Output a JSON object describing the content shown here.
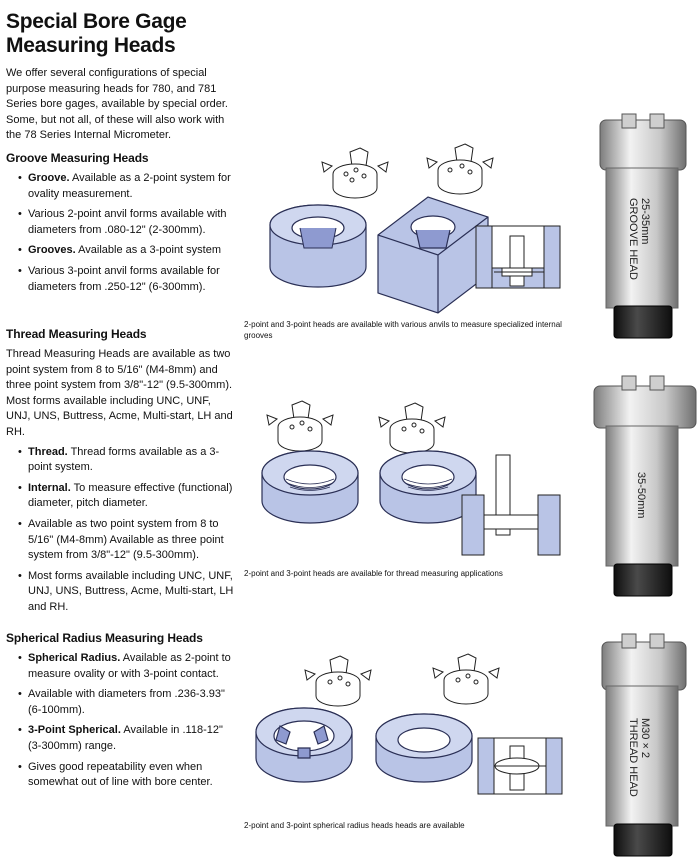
{
  "page": {
    "title": "Special Bore Gage Measuring Heads",
    "intro": "We offer several configurations of special purpose measuring heads for 780, and 781 Series bore gages, available by special order. Some, but not all, of these will also work with the 78 Series Internal Micrometer."
  },
  "groove": {
    "heading": "Groove Measuring Heads",
    "items": [
      {
        "bold": "Groove.",
        "text": " Available as a 2-point system for ovality measurement."
      },
      {
        "bold": "",
        "text": "Various 2-point anvil forms available with diameters from .080-12\" (2-300mm)."
      },
      {
        "bold": "Grooves.",
        "text": " Available as a 3-point system"
      },
      {
        "bold": "",
        "text": "Various 3-point anvil forms available for diameters from .250-12\" (6-300mm)."
      }
    ],
    "caption": "2-point and 3-point heads are available with various anvils to measure specialized internal grooves",
    "photo_label_1": "25-35mm",
    "photo_label_2": "GROOVE HEAD"
  },
  "thread": {
    "heading": "Thread Measuring Heads",
    "paragraph": "Thread Measuring Heads are available as two point system from 8 to 5/16\" (M4-8mm) and three point system from 3/8\"-12\" (9.5-300mm). Most forms available including UNC, UNF, UNJ, UNS, Buttress, Acme, Multi-start, LH and RH.",
    "items": [
      {
        "bold": "Thread.",
        "text": " Thread forms available as a 3-point system."
      },
      {
        "bold": "Internal.",
        "text": " To measure effective (functional) diameter, pitch diameter."
      },
      {
        "bold": "",
        "text": "Available as two point system from 8 to 5/16\" (M4-8mm) Available as three point system from 3/8\"-12\" (9.5-300mm)."
      },
      {
        "bold": "",
        "text": "Most forms available including UNC, UNF, UNJ, UNS, Buttress, Acme, Multi-start, LH and RH."
      }
    ],
    "caption": "2-point and 3-point heads are available for thread measuring applications",
    "photo_label_1": "35-50mm"
  },
  "spherical": {
    "heading": "Spherical Radius Measuring Heads",
    "items": [
      {
        "bold": "Spherical Radius.",
        "text": " Available as 2-point to measure ovality or with 3-point contact."
      },
      {
        "bold": "",
        "text": "Available with diameters from .236-3.93\" (6-100mm)."
      },
      {
        "bold": "3-Point Spherical.",
        "text": " Available in .118-12\" (3-300mm) range."
      },
      {
        "bold": "",
        "text": "Gives good repeatability even when somewhat out of line with bore center."
      }
    ],
    "caption": "2-point and 3-point spherical radius heads heads are available",
    "photo_label_1": "M30 × 2",
    "photo_label_2": "THREAD HEAD"
  },
  "colors": {
    "ring_fill": "#b9c4e6",
    "ring_stroke": "#2a2f55",
    "steel_light": "#e6e6e6",
    "steel_dark": "#8a8a8a",
    "knurl": "#1a1a1a"
  }
}
